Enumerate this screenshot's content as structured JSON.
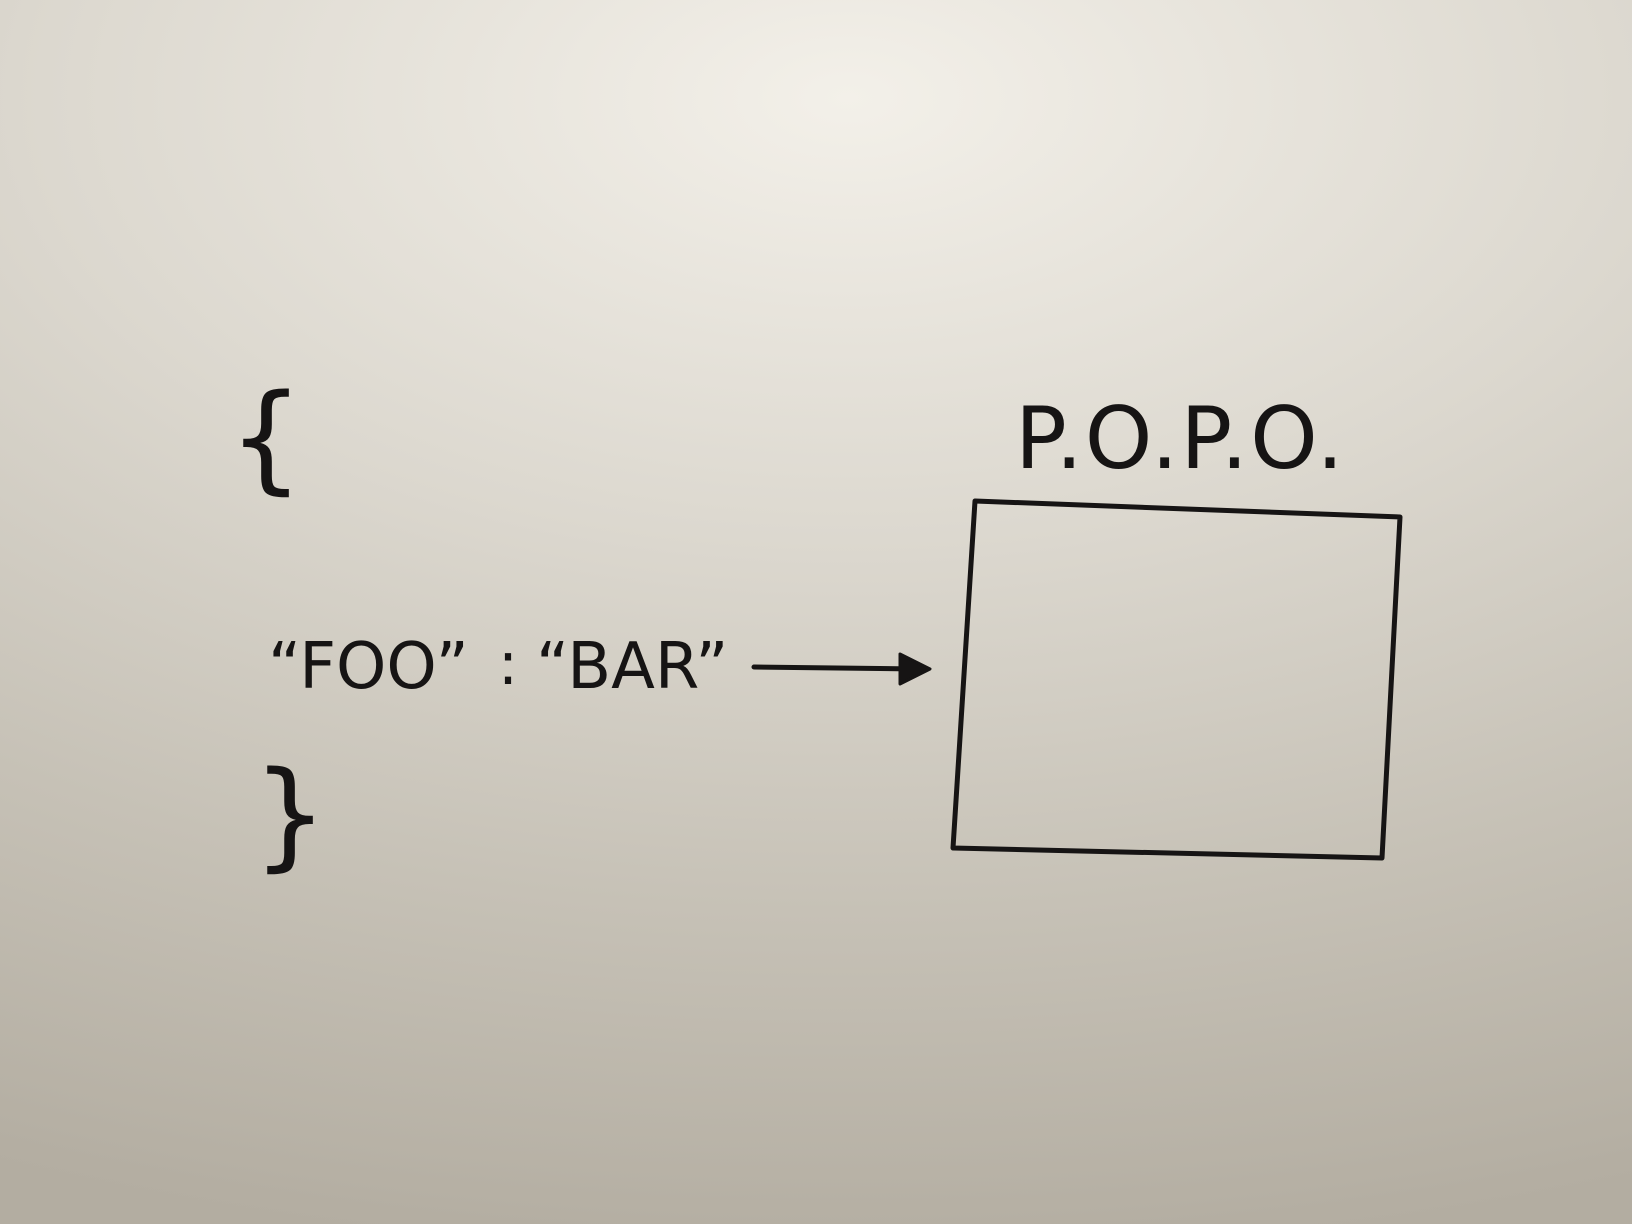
{
  "whiteboard": {
    "open_brace": "{",
    "close_brace": "}",
    "key_value": {
      "key": "“FOO”",
      "separator": ":",
      "value": "“BAR”"
    },
    "box_label": "P.O.P.O."
  }
}
